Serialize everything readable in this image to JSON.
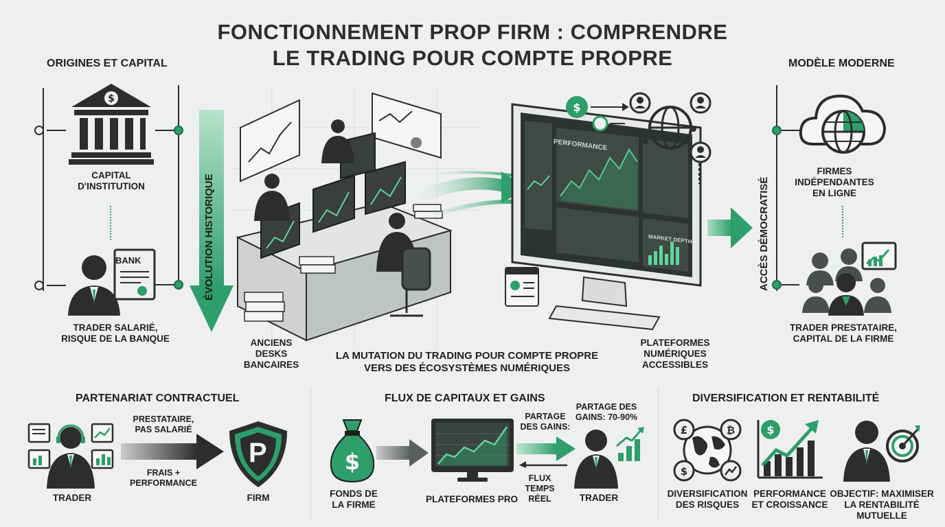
{
  "title": {
    "line1": "FONCTIONNEMENT PROP FIRM : COMPRENDRE",
    "line2": "LE TRADING POUR COMPTE PROPRE"
  },
  "left": {
    "heading": "ORIGINES ET CAPITAL",
    "capital_line1": "CAPITAL",
    "capital_line2": "D'INSTITUTION",
    "bank_label": "BANK",
    "trader_line1": "TRADER SALARIÉ,",
    "trader_line2": "RISQUE DE LA BANQUE",
    "evolution": "ÉVOLUTION HISTORIQUE"
  },
  "center": {
    "desks_line1": "ANCIENS",
    "desks_line2": "DESKS",
    "desks_line3": "BANCAIRES",
    "mutation_line1": "LA MUTATION DU TRADING POUR COMPTE PROPRE",
    "mutation_line2": "VERS DES ÉCOSYSTÈMES NUMÉRIQUES",
    "platforms_line1": "PLATEFORMES",
    "platforms_line2": "NUMÉRIQUES",
    "platforms_line3": "ACCESSIBLES",
    "screen_title": "PERFORMANCE",
    "screen_sub": "MARKET DEPTH"
  },
  "right": {
    "heading": "MODÈLE MODERNE",
    "access": "ACCÈS DÉMOCRATISÉ",
    "firms_line1": "FIRMES",
    "firms_line2": "INDÉPENDANTES",
    "firms_line3": "EN LIGNE",
    "trader_line1": "TRADER PRESTATAIRE,",
    "trader_line2": "CAPITAL DE LA FIRME"
  },
  "partnership": {
    "heading": "PARTENARIAT CONTRACTUEL",
    "arrow_top_line1": "PRESTATAIRE,",
    "arrow_top_line2": "PAS SALARIÉ",
    "arrow_bottom_line1": "FRAIS +",
    "arrow_bottom_line2": "PERFORMANCE",
    "trader": "TRADER",
    "firm": "FIRM",
    "shield_letter": "P"
  },
  "flux": {
    "heading": "FLUX DE CAPITAUX ET GAINS",
    "funds_line1": "FONDS DE",
    "funds_line2": "LA FIRME",
    "platforms": "PLATEFORMES PRO",
    "share_line1": "PARTAGE",
    "share_line2": "DES GAINS:",
    "share2_line1": "PARTAGE DES",
    "share2_line2": "GAINS: 70-90%",
    "realtime_line1": "FLUX",
    "realtime_line2": "TEMPS",
    "realtime_line3": "RÉEL",
    "trader": "TRADER"
  },
  "diversification": {
    "heading": "DIVERSIFICATION ET RENTABILITÉ",
    "risk_line1": "DIVERSIFICATION",
    "risk_line2": "DES RISQUES",
    "perf_line1": "PERFORMANCE",
    "perf_line2": "ET CROISSANCE",
    "goal_line1": "OBJECTIF: MAXIMISER",
    "goal_line2": "LA RENTABILITÉ",
    "goal_line3": "MUTUELLE"
  },
  "colors": {
    "accent": "#2e9e6a",
    "dark": "#2b2e2d"
  }
}
